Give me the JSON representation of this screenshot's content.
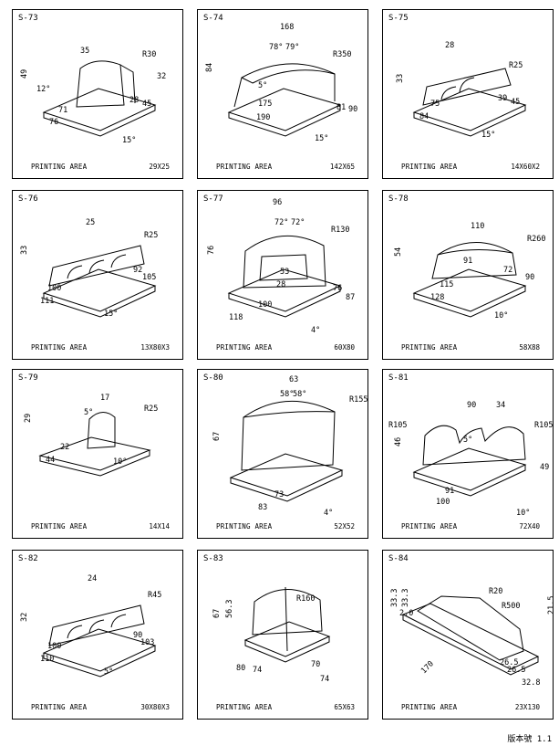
{
  "printing_area_label": "PRINTING AREA",
  "version": "版本號 1.1",
  "cells": [
    {
      "code": "S-73",
      "size": "29X25",
      "dims": [
        "35",
        "R30",
        "32",
        "49",
        "12°",
        "28",
        "45",
        "71",
        "76",
        "15°"
      ]
    },
    {
      "code": "S-74",
      "size": "142X65",
      "dims": [
        "168",
        "78°",
        "79°",
        "R350",
        "84",
        "5°",
        "175",
        "190",
        "81",
        "90",
        "15°"
      ]
    },
    {
      "code": "S-75",
      "size": "14X60X2",
      "dims": [
        "28",
        "R25",
        "33",
        "39",
        "45",
        "75",
        "84",
        "15°"
      ]
    },
    {
      "code": "S-76",
      "size": "13X80X3",
      "dims": [
        "25",
        "R25",
        "33",
        "92",
        "105",
        "100",
        "111",
        "15°"
      ]
    },
    {
      "code": "S-77",
      "size": "60X80",
      "dims": [
        "96",
        "72°",
        "72°",
        "R130",
        "76",
        "53",
        "28",
        "76",
        "87",
        "100",
        "118",
        "4°"
      ]
    },
    {
      "code": "S-78",
      "size": "58X88",
      "dims": [
        "110",
        "R260",
        "54",
        "91",
        "72",
        "90",
        "115",
        "128",
        "10°"
      ]
    },
    {
      "code": "S-79",
      "size": "14X14",
      "dims": [
        "17",
        "R25",
        "29",
        "5°",
        "22",
        "44",
        "10°"
      ]
    },
    {
      "code": "S-80",
      "size": "52X52",
      "dims": [
        "63",
        "58°",
        "58°",
        "R155",
        "67",
        "73",
        "83",
        "4°"
      ]
    },
    {
      "code": "S-81",
      "size": "72X40",
      "dims": [
        "90",
        "34",
        "R105",
        "R105",
        "46",
        "5°",
        "49",
        "91",
        "100",
        "10°"
      ]
    },
    {
      "code": "S-82",
      "size": "30X80X3",
      "dims": [
        "24",
        "R45",
        "32",
        "90",
        "103",
        "100",
        "110",
        "5°"
      ]
    },
    {
      "code": "S-83",
      "size": "65X63",
      "dims": [
        "R160",
        "67",
        "56.3",
        "80",
        "74",
        "70",
        "74"
      ]
    },
    {
      "code": "S-84",
      "size": "23X130",
      "dims": [
        "R20",
        "R500",
        "33.3",
        "33.3",
        "2.0",
        "21.5",
        "170",
        "26.5",
        "26.5",
        "32.8"
      ]
    }
  ]
}
